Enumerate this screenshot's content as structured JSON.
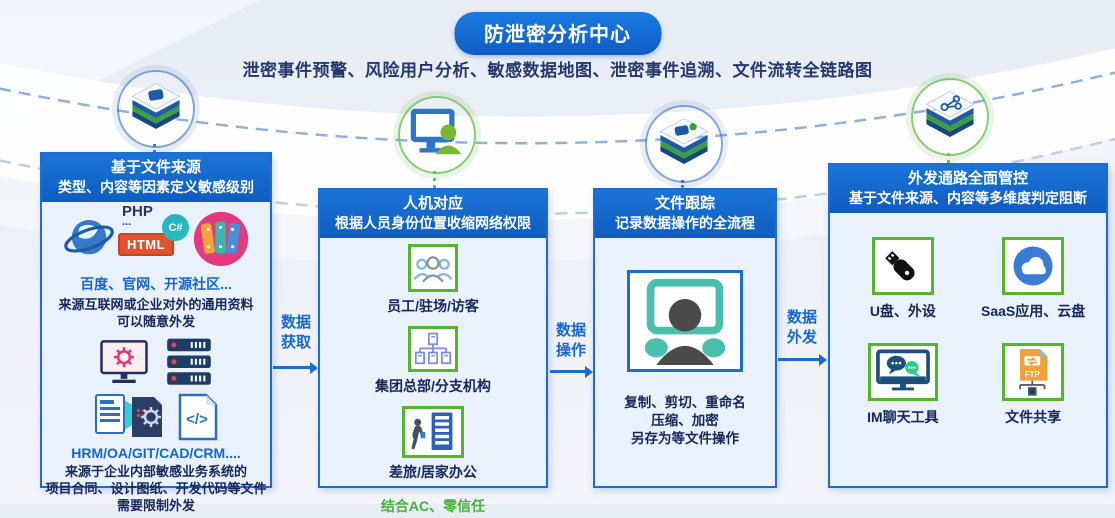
{
  "title_badge": "防泄密分析中心",
  "subtitle": "泄密事件预警、风险用户分析、敏感数据地图、泄密事件追溯、文件流转全链路图",
  "colors": {
    "accent_blue": "#1266cc",
    "panel_border": "#1e6cd0",
    "green_border": "#56b52e",
    "navy_text": "#15265a",
    "blue_text": "#1365d6",
    "green_text": "#47b13a",
    "badge_html_bg": "#e4512e",
    "badge_csharp_bg": "#2ab5c3",
    "teal": "#49bfae"
  },
  "flows": [
    {
      "line1": "数据",
      "line2": "获取"
    },
    {
      "line1": "数据",
      "line2": "操作"
    },
    {
      "line1": "数据",
      "line2": "外发"
    }
  ],
  "panel_source": {
    "header_prefix": "基于",
    "header_em": "文件来源",
    "header_line2": "类型、内容等因素定义敏感级别",
    "badge_php": "PHP",
    "badge_csharp": "C#",
    "badge_html": "HTML",
    "group1_title": "百度、官网、开源社区...",
    "group1_desc1": "来源互联网或企业对外的通用资料",
    "group1_desc2": "可以随意外发",
    "group2_title": "HRM/OA/GIT/CAD/CRM....",
    "group2_desc1": "来源于企业内部敏感业务系统的",
    "group2_desc2": "项目合同、设计图纸、开发代码等文件",
    "group2_desc3": "需要限制外发"
  },
  "panel_identity": {
    "header_line1": "人机对应",
    "header_line2": "根据人员身份位置收缩网络权限",
    "items": [
      {
        "label": "员工/驻场/访客",
        "icon": "people-icon"
      },
      {
        "label": "集团总部/分支机构",
        "icon": "org-chart-icon"
      },
      {
        "label": "差旅/居家办公",
        "icon": "travel-office-icon"
      }
    ],
    "footnote": "结合AC、零信任"
  },
  "panel_tracking": {
    "header_line1": "文件跟踪",
    "header_line2": "记录数据操作的全流程",
    "desc1": "复制、剪切、重命名",
    "desc2": "压缩、加密",
    "desc3": "另存为等文件操作"
  },
  "panel_egress": {
    "header_prefix": "外发通路",
    "header_em": "全面管控",
    "header_line2": "基于文件来源、内容等多维度判定阻断",
    "items": [
      {
        "label": "U盘、外设",
        "icon": "usb-icon"
      },
      {
        "label": "SaaS应用、云盘",
        "icon": "cloud-icon"
      },
      {
        "label": "IM聊天工具",
        "icon": "im-chat-icon"
      },
      {
        "label": "文件共享",
        "icon": "ftp-file-icon"
      }
    ],
    "ftp_label": "FTP"
  }
}
